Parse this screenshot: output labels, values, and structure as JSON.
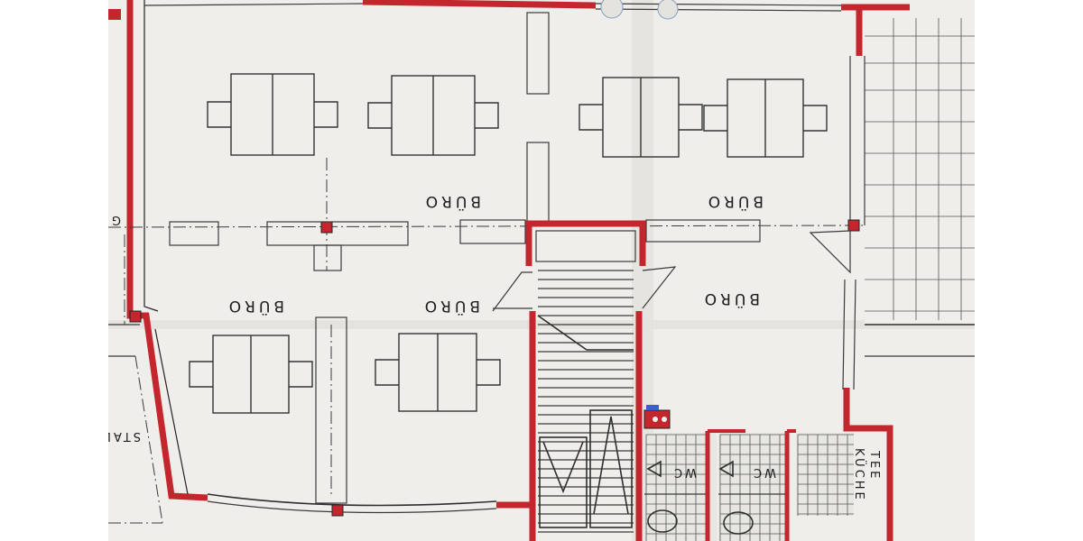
{
  "plan": {
    "rooms": [
      {
        "label": "BÜRO",
        "id": "upper-left"
      },
      {
        "label": "BÜRO",
        "id": "upper-right"
      },
      {
        "label": "BÜRO",
        "id": "lower-left"
      },
      {
        "label": "BÜRO",
        "id": "lower-center"
      },
      {
        "label": "BÜRO",
        "id": "lower-right"
      }
    ],
    "wc_labels": [
      "WC",
      "WC"
    ],
    "kitchen_label_line1": "TEE",
    "kitchen_label_line2": "KÜCHE",
    "edge_label_left": "G",
    "edge_label_stal": "STAL",
    "colors": {
      "wall": "#c4262e",
      "paper": "#efeeea",
      "ink": "#2e2e2e"
    }
  }
}
